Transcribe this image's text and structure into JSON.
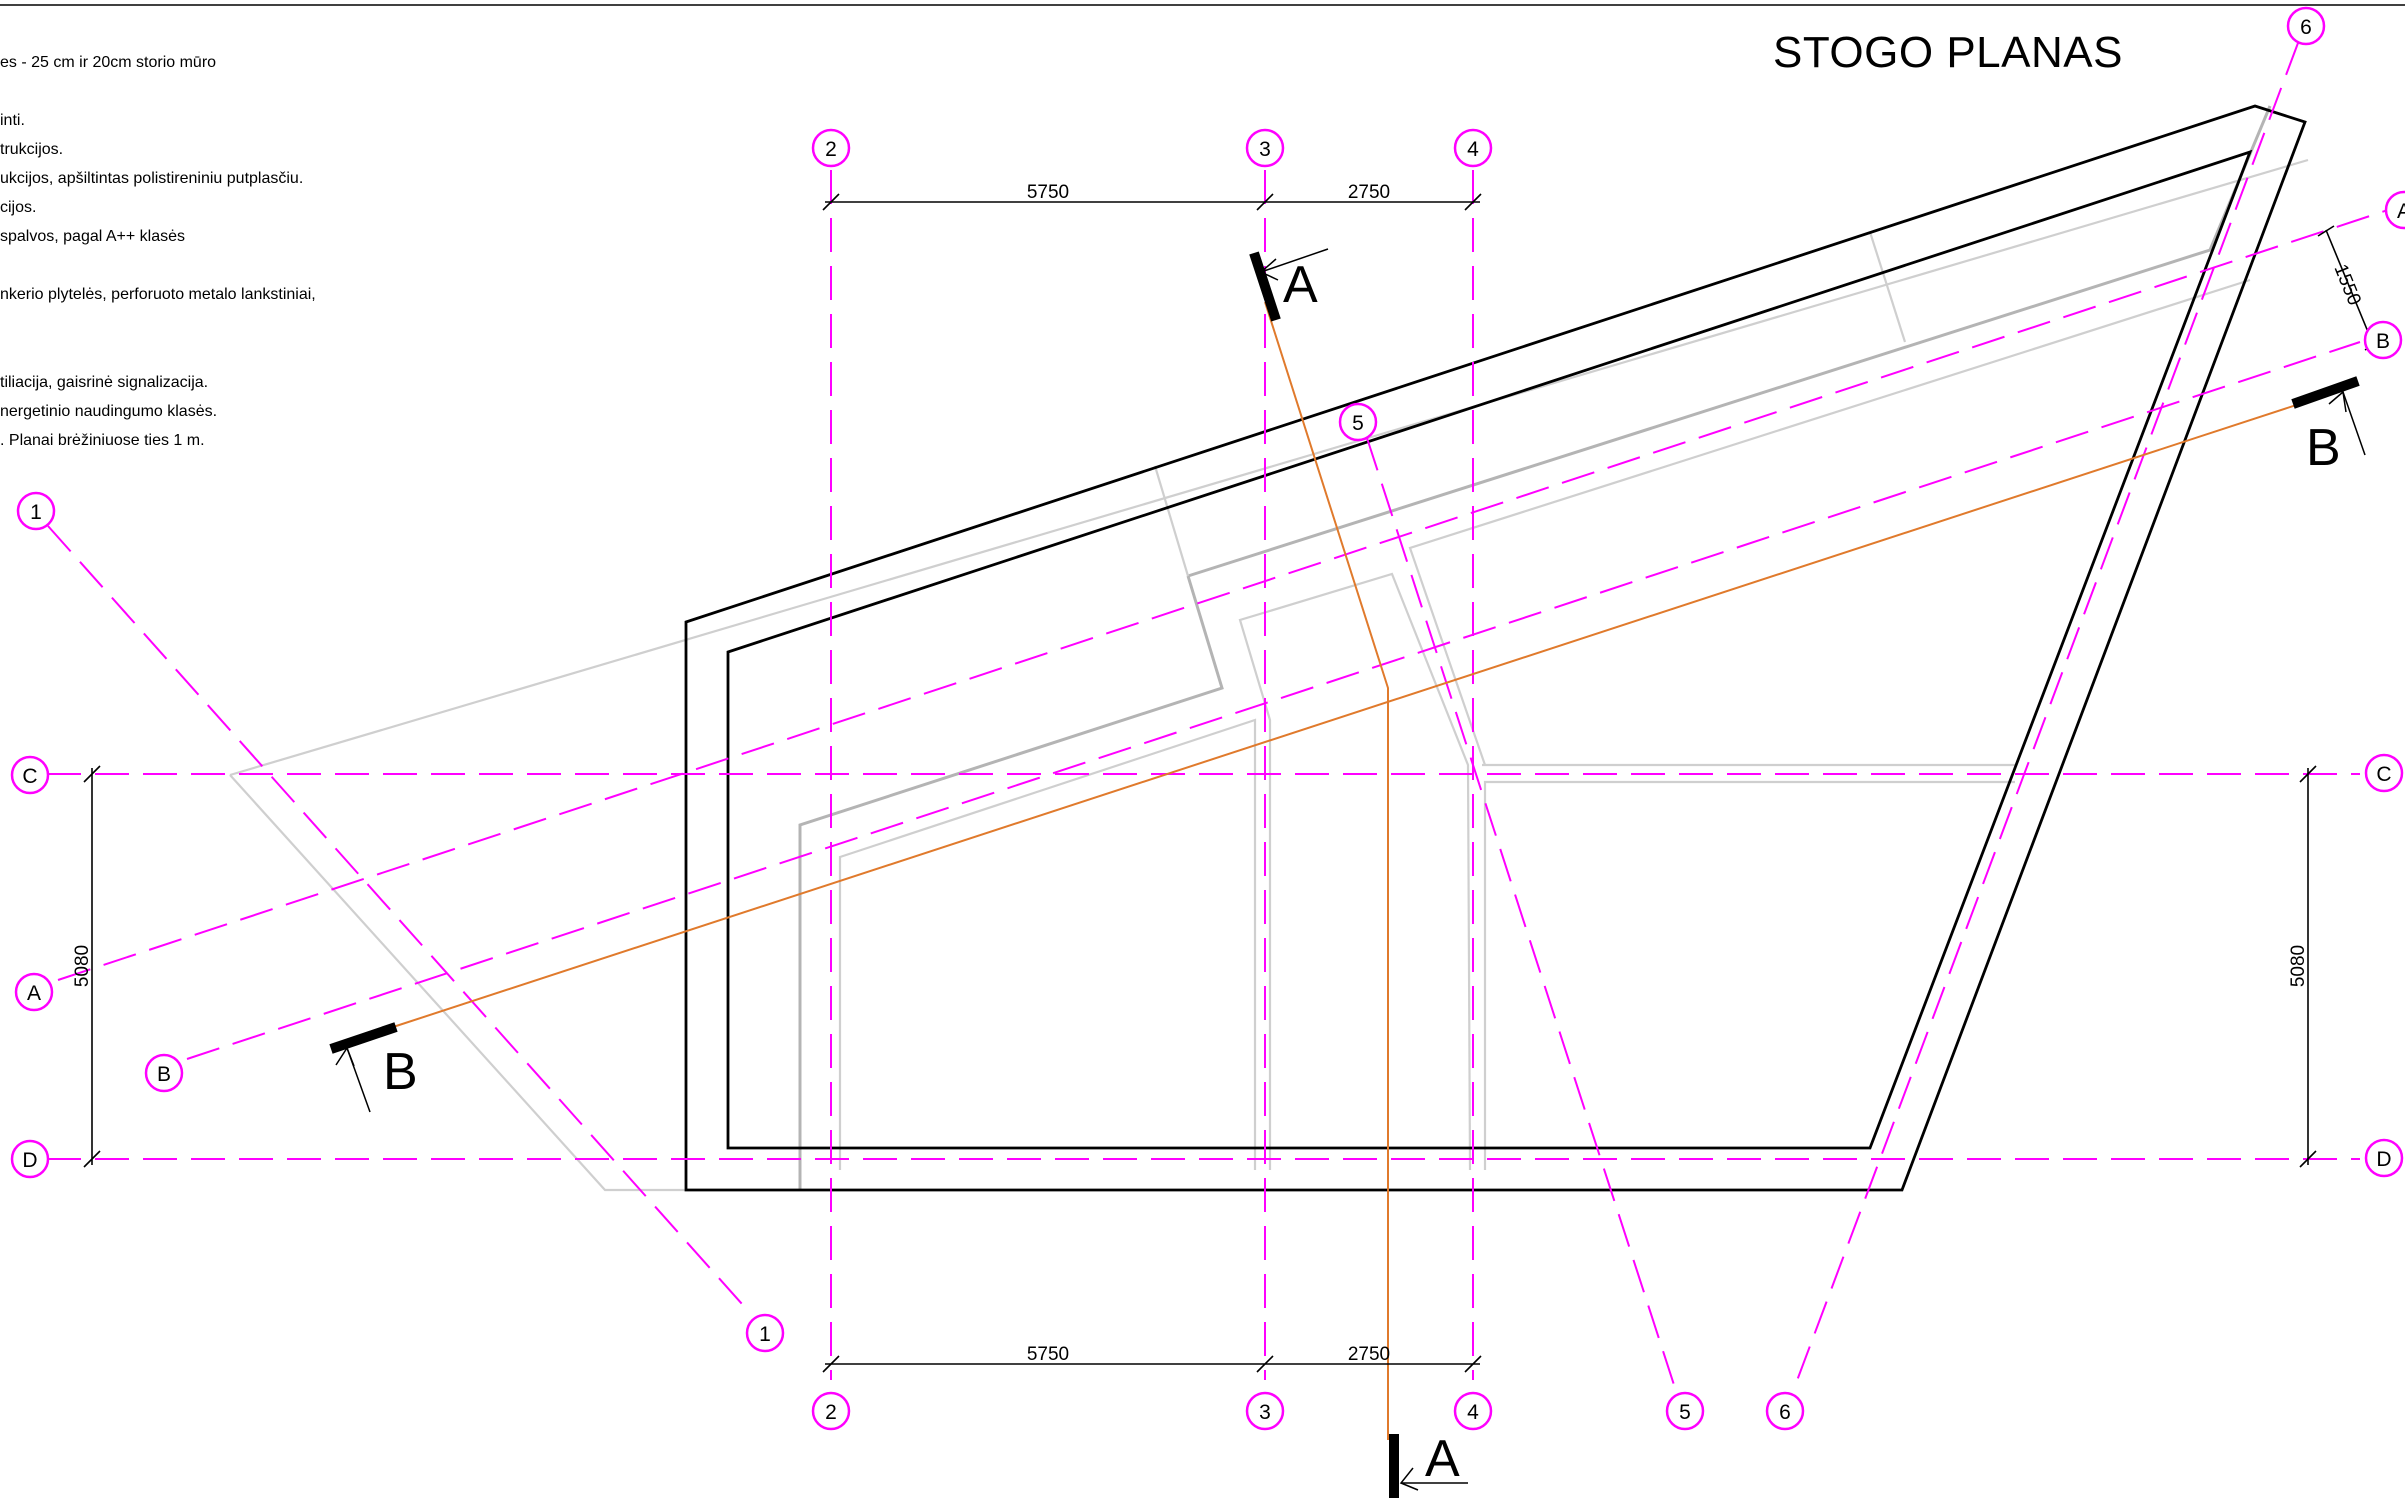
{
  "title": "STOGO PLANAS",
  "notes": [
    "es - 25 cm ir 20cm storio mūro",
    "inti.",
    "trukcijos.",
    "ukcijos, apšiltintas polistireniniu putplasčiu.",
    "cijos.",
    "spalvos, pagal A++ klasės",
    "nkerio plytelės, perforuoto metalo lankstiniai,",
    "tiliacija, gaisrinė signalizacija.",
    "nergetinio naudingumo klasės.",
    ". Planai brėžiniuose ties 1 m."
  ],
  "axes": {
    "n1": "1",
    "n2": "2",
    "n3": "3",
    "n4": "4",
    "n5": "5",
    "n6": "6",
    "A": "A",
    "B": "B",
    "C": "C",
    "D": "D"
  },
  "dimensions": {
    "d_2_3": "5750",
    "d_3_4": "2750",
    "d_c_d": "5080",
    "d_a_b": "1550"
  },
  "sections": {
    "a": "A",
    "b": "B"
  },
  "colors": {
    "grid": "#ff00ff",
    "outline": "#000000",
    "section_line": "#e07a2c",
    "wall_gray": "#b4b4b4"
  }
}
